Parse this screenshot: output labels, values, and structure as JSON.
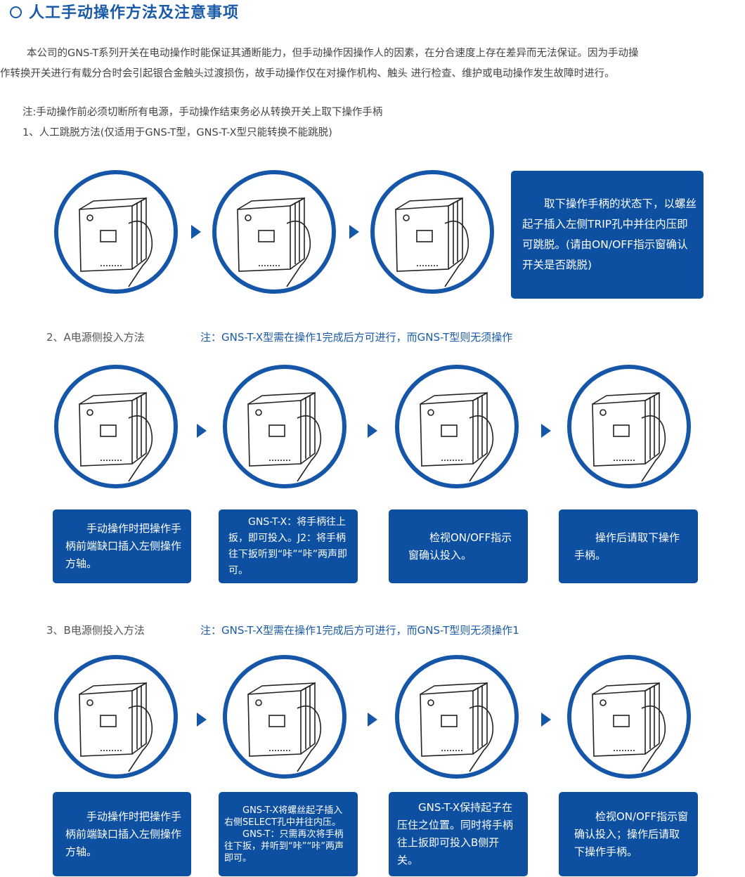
{
  "title": "人工手动操作方法及注意事项",
  "intro": [
    "本公司的GNS-T系列开关在电动操作时能保证其通断能力，但手动操作因操作人的因素，在分合速度上存在差异而无法保证。因为手动操",
    "作转换开关进行有载分合时会引起银合金触头过渡损伤，故手动操作仅在对操作机构、触头 进行检查、维护或电动操作发生故障时进行。"
  ],
  "warning": "注:手动操作前必须切断所有电源，手动操作结束务必从转换开关上取下操作手柄",
  "section1": {
    "label": "1、人工跳脱方法(仅适用于GNS-T型，GNS-T-X型只能转换不能跳脱)",
    "box": "　　取下操作手柄的状态下，以螺丝起子插入左侧TRIP孔中并往内压即可跳脱。(请由ON/OFF指示窗确认开关是否跳脱)"
  },
  "section2": {
    "label": "2、A电源侧投入方法",
    "note": "注：GNS-T-X型需在操作1完成后方可进行，而GNS-T型则无须操作",
    "boxes": [
      "　　手动操作时把操作手柄前端缺口插入左侧操作方轴。",
      "　　GNS-T-X：将手柄往上扳，即可投入。J2：将手柄往下扳听到“咔”“咔”两声即 可。",
      "　　检视ON/OFF指示窗确认投入。",
      "　　操作后请取下操作手柄。"
    ]
  },
  "section3": {
    "label": "3、B电源侧投入方法",
    "note": "注：GNS-T-X型需在操作1完成后方可进行，而GNS-T型则无须操作1",
    "boxes": [
      "　　手动操作时把操作手柄前端缺口插入左侧操作方轴。",
      "　　GNS-T-X将螺丝起子插入右侧SELECT孔中并往内压。\n　　GNS-T：只需再次将手柄往下扳，并听到“咔”“咔”两声即可。",
      "　　GNS-T-X保持起子在压住之位置。同时将手柄往上扳即可投入B侧开关。",
      "　　检视ON/OFF指示窗确认投入；操作后请取下操作手柄。"
    ]
  },
  "colors": {
    "accent": "#1656a8",
    "box": "#0d4fa0"
  }
}
